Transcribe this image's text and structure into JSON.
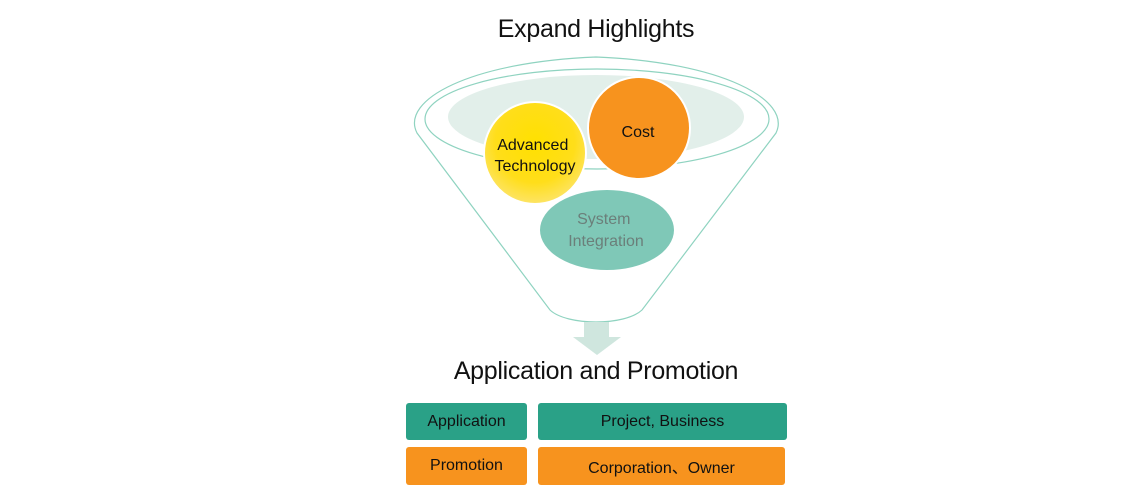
{
  "titles": {
    "top": "Expand Highlights",
    "bottom": "Application and Promotion"
  },
  "circles": {
    "advanced": [
      "Advanced",
      "Technology"
    ],
    "cost": [
      "Cost"
    ],
    "system": [
      "System",
      "Integration"
    ]
  },
  "boxes": {
    "application": "Application",
    "project": "Project, Business",
    "promotion": "Promotion",
    "corporation": "Corporation、Owner"
  },
  "colors": {
    "teal": "#2aa187",
    "orange": "#f7931e",
    "yellow": "#ffdd00",
    "mint": "#7fc8b7",
    "funnel_line": "#8fd3c0",
    "funnel_fill": "#e2efea",
    "arrow": "#cfe6de"
  }
}
